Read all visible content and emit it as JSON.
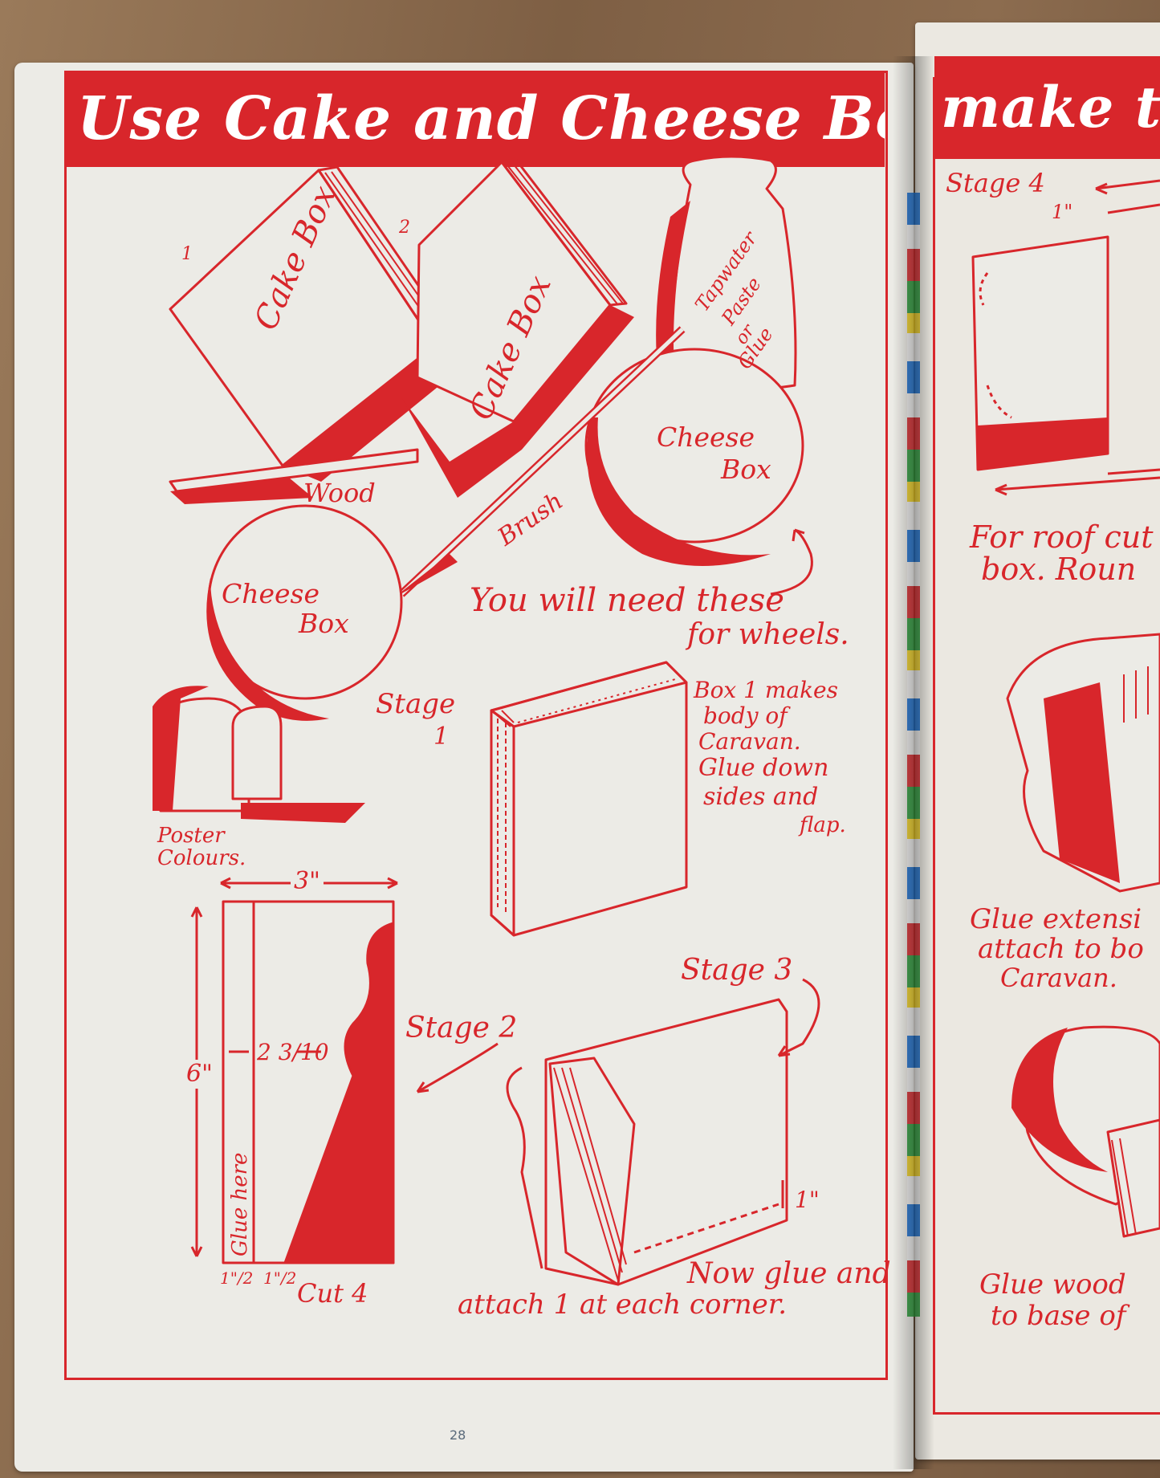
{
  "page_left": {
    "title": "Use Cake and Cheese Boxes to",
    "labels": {
      "num_1": "1",
      "num_2": "2",
      "cake_box_1": "Cake Box",
      "cake_box_2": "Cake Box",
      "paste_line1": "Tapwater",
      "paste_line2": "Paste",
      "paste_line3": "or",
      "paste_line4": "Glue",
      "wood": "Wood",
      "brush": "Brush",
      "cheese_box_a_line1": "Cheese",
      "cheese_box_a_line2": "Box",
      "cheese_box_b_line1": "Cheese",
      "cheese_box_b_line2": "Box",
      "need_line1": "You will need these",
      "need_line2": "for wheels.",
      "poster_line1": "Poster",
      "poster_line2": "Colours.",
      "stage1_line1": "Stage",
      "stage1_line2": "1",
      "stage1_note_1": "Box 1 makes",
      "stage1_note_2": "body of",
      "stage1_note_3": "Caravan.",
      "stage1_note_4": "Glue down",
      "stage1_note_5": "sides and",
      "stage1_note_6": "flap.",
      "dim_3in": "3\"",
      "dim_6in": "6\"",
      "dim_2_3_10": "2 3/10",
      "glue_here": "Glue here",
      "dim_half_1": "1\"/2",
      "dim_half_2": "1\"/2",
      "cut_4": "Cut 4",
      "stage2": "Stage 2",
      "stage3": "Stage 3",
      "dim_1in": "1\"",
      "glue_attach_line1": "Now glue and",
      "glue_attach_line2": "attach 1 at each corner."
    },
    "page_number": "28"
  },
  "page_right": {
    "title": "make th",
    "labels": {
      "stage4": "Stage 4",
      "dim_1in": "1\"",
      "roof_line1": "For roof cut",
      "roof_line2": "box. Roun",
      "ext_line1": "Glue extensi",
      "ext_line2": "attach to bo",
      "ext_line3": "Caravan.",
      "wood_line1": "Glue wood",
      "wood_line2": "to base of"
    }
  },
  "colors": {
    "ink_red": "#d8262b",
    "paper": "#ecebe6",
    "wood": "#8a6b4e"
  }
}
